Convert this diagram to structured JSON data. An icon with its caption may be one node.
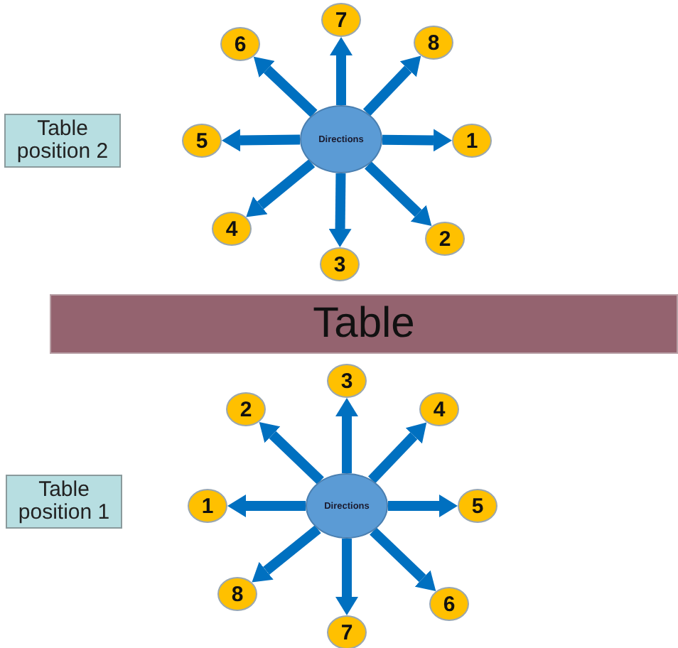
{
  "diagram": {
    "nodes": [
      {
        "text": [
          "Table position 2"
        ]
      },
      {
        "text": [
          "Directions"
        ]
      },
      {
        "text": [
          "1"
        ]
      },
      {
        "text": [
          "2"
        ]
      },
      {
        "text": [
          "3"
        ]
      },
      {
        "text": [
          "4"
        ]
      },
      {
        "text": [
          "5"
        ]
      },
      {
        "text": [
          "6"
        ]
      },
      {
        "text": [
          "7"
        ]
      },
      {
        "text": [
          "8"
        ]
      },
      {
        "text": [
          "Table"
        ]
      },
      {
        "text": [
          "Table position 1"
        ]
      },
      {
        "text": [
          "Directions"
        ]
      },
      {
        "text": [
          "1"
        ]
      },
      {
        "text": [
          "2"
        ]
      },
      {
        "text": [
          "3"
        ]
      },
      {
        "text": [
          "4"
        ]
      },
      {
        "text": [
          "5"
        ]
      },
      {
        "text": [
          "6"
        ]
      },
      {
        "text": [
          "7"
        ]
      },
      {
        "text": [
          "8"
        ]
      }
    ],
    "edges": [
      {
        "from": 1,
        "to": 2,
        "arrow": "to"
      },
      {
        "from": 1,
        "to": 3,
        "arrow": "to"
      },
      {
        "from": 1,
        "to": 4,
        "arrow": "to"
      },
      {
        "from": 1,
        "to": 5,
        "arrow": "to"
      },
      {
        "from": 1,
        "to": 6,
        "arrow": "to"
      },
      {
        "from": 1,
        "to": 7,
        "arrow": "to"
      },
      {
        "from": 1,
        "to": 8,
        "arrow": "to"
      },
      {
        "from": 1,
        "to": 9,
        "arrow": "to"
      },
      {
        "from": 12,
        "to": 13,
        "arrow": "to"
      },
      {
        "from": 12,
        "to": 14,
        "arrow": "to"
      },
      {
        "from": 12,
        "to": 15,
        "arrow": "to"
      },
      {
        "from": 12,
        "to": 16,
        "arrow": "to"
      },
      {
        "from": 12,
        "to": 17,
        "arrow": "to"
      },
      {
        "from": 12,
        "to": 18,
        "arrow": "to"
      },
      {
        "from": 12,
        "to": 19,
        "arrow": "to"
      },
      {
        "from": 12,
        "to": 20,
        "arrow": "to"
      }
    ]
  }
}
